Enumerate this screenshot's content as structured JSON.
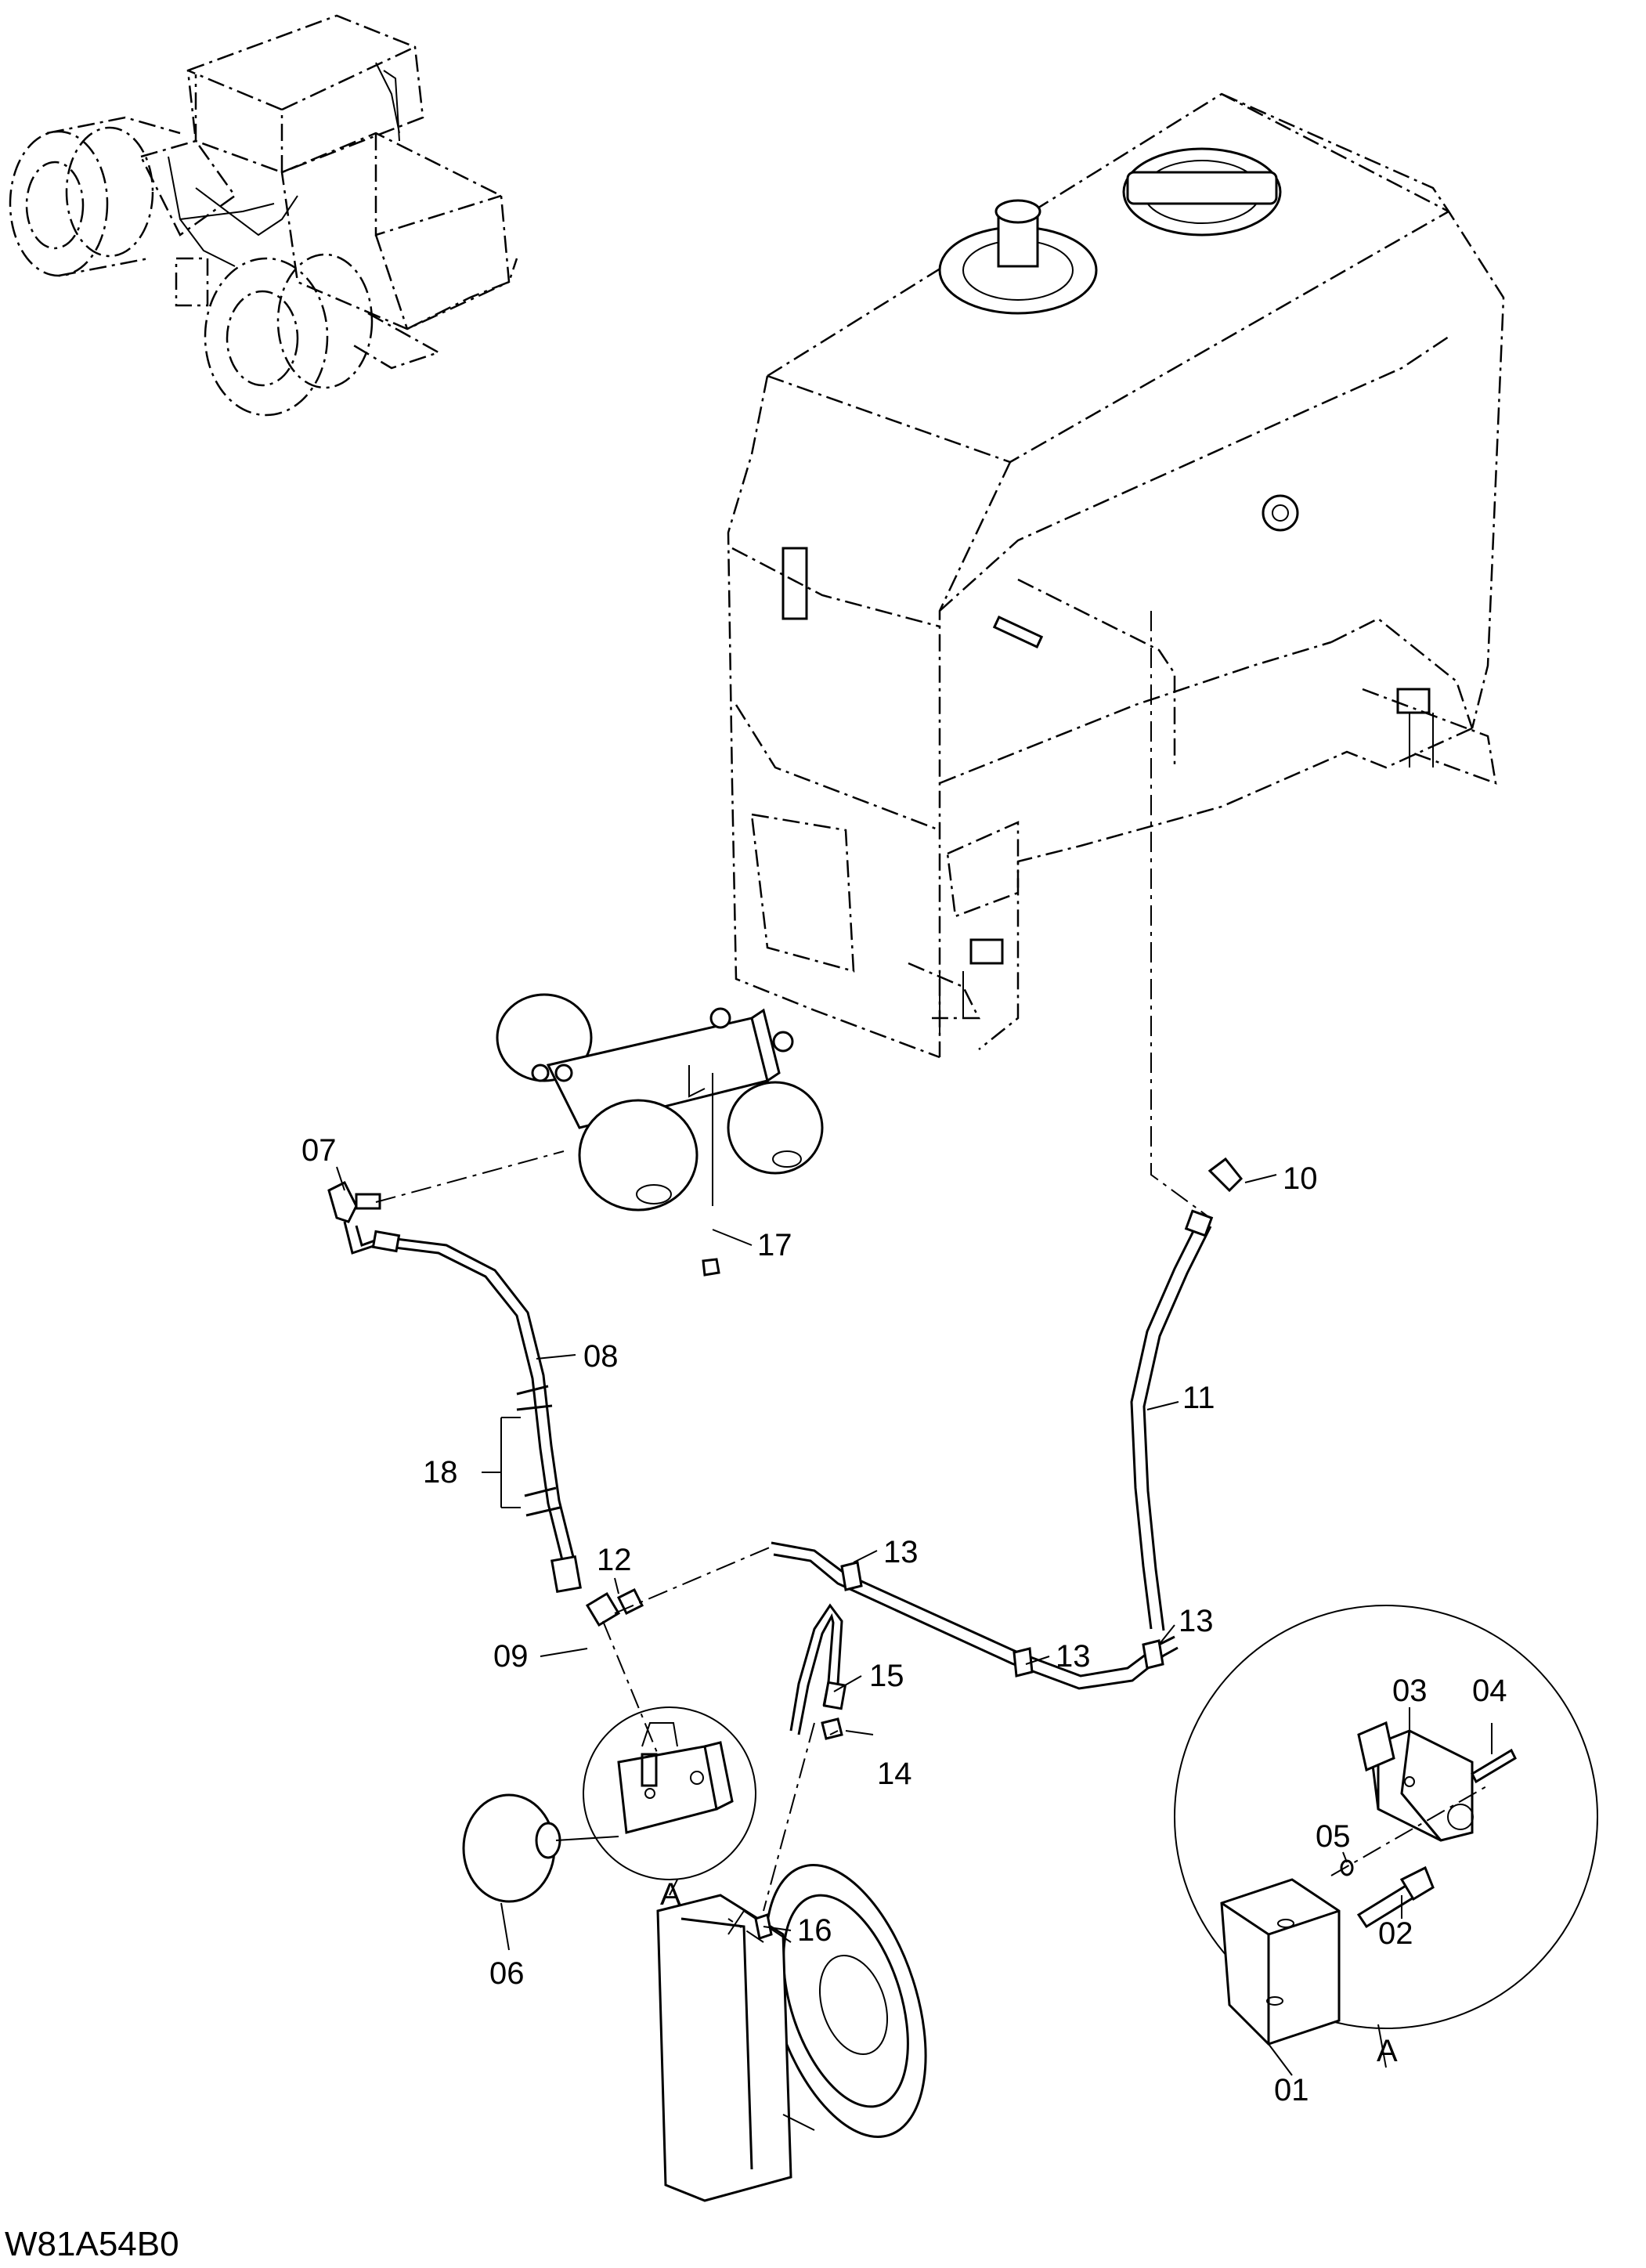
{
  "drawing_code": "W81A54B0",
  "detail_label": "A",
  "parts": [
    {
      "id": "p01",
      "label": "01"
    },
    {
      "id": "p02",
      "label": "02"
    },
    {
      "id": "p03",
      "label": "03"
    },
    {
      "id": "p04",
      "label": "04"
    },
    {
      "id": "p05",
      "label": "05"
    },
    {
      "id": "p06",
      "label": "06"
    },
    {
      "id": "p07",
      "label": "07"
    },
    {
      "id": "p08",
      "label": "08"
    },
    {
      "id": "p09",
      "label": "09"
    },
    {
      "id": "p10",
      "label": "10"
    },
    {
      "id": "p11",
      "label": "11"
    },
    {
      "id": "p12",
      "label": "12"
    },
    {
      "id": "p13a",
      "label": "13"
    },
    {
      "id": "p13b",
      "label": "13"
    },
    {
      "id": "p13c",
      "label": "13"
    },
    {
      "id": "p14",
      "label": "14"
    },
    {
      "id": "p15",
      "label": "15"
    },
    {
      "id": "p16",
      "label": "16"
    },
    {
      "id": "p17",
      "label": "17"
    },
    {
      "id": "p18",
      "label": "18"
    }
  ]
}
